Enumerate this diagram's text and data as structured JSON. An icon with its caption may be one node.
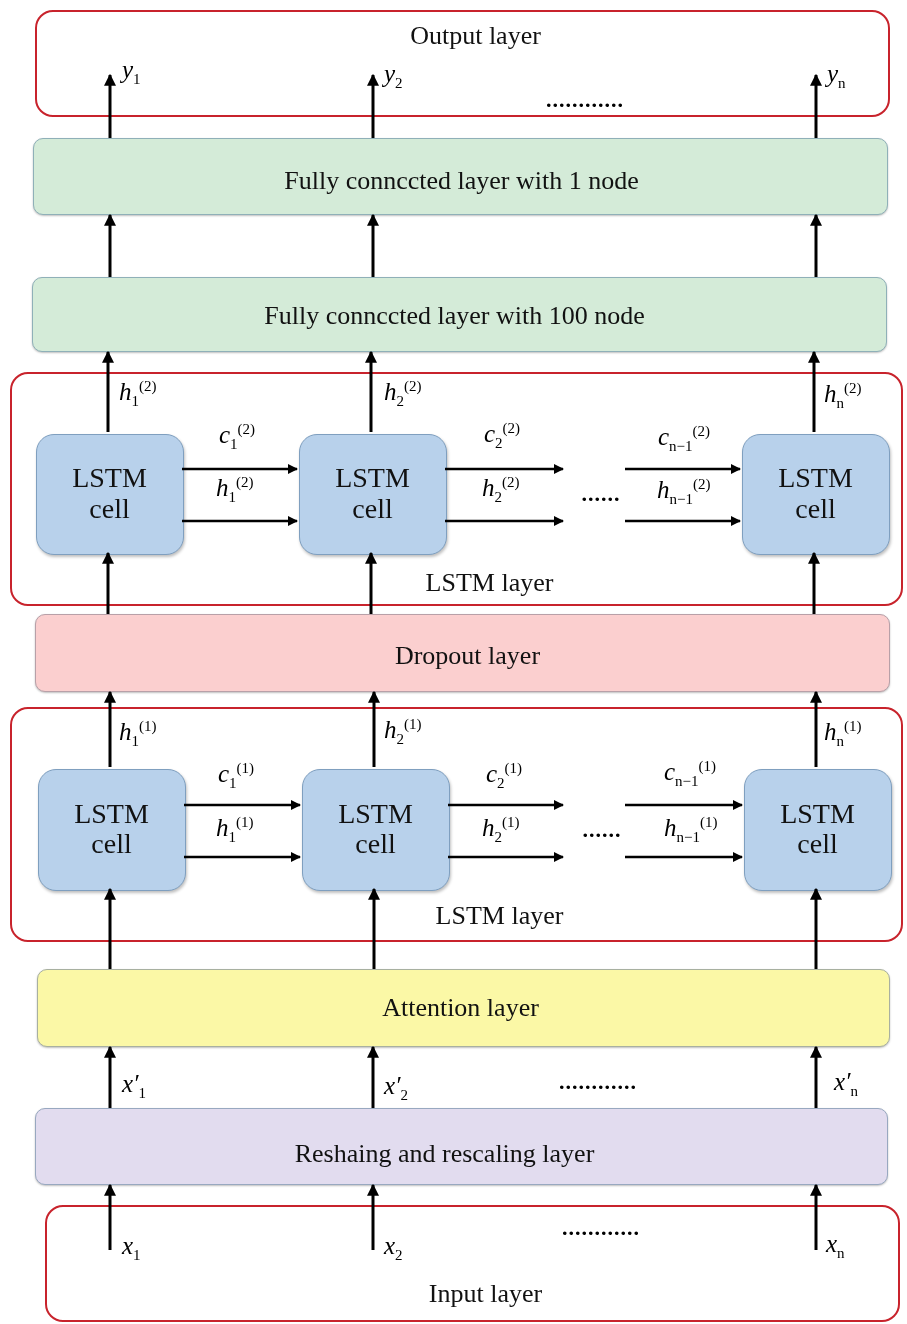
{
  "diagram": {
    "nodes": [
      {
        "text": [
          "Output layer"
        ]
      },
      {
        "text": [
          "Fully connccted layer with 1 node"
        ]
      },
      {
        "text": [
          "Fully connccted layer with 100 node"
        ]
      },
      {
        "text": [
          "LSTM layer"
        ]
      },
      {
        "text": [
          "LSTM cell"
        ],
        "in": 3
      },
      {
        "text": [
          "LSTM cell"
        ],
        "in": 3
      },
      {
        "text": [
          "LSTM cell"
        ],
        "in": 3
      },
      {
        "text": [
          "Dropout layer"
        ]
      },
      {
        "text": [
          "LSTM layer"
        ]
      },
      {
        "text": [
          "LSTM cell"
        ],
        "in": 8
      },
      {
        "text": [
          "LSTM cell"
        ],
        "in": 8
      },
      {
        "text": [
          "LSTM cell"
        ],
        "in": 8
      },
      {
        "text": [
          "Attention layer"
        ]
      },
      {
        "text": [
          "Reshaing and rescaling layer"
        ]
      },
      {
        "text": [
          "Input layer"
        ]
      }
    ],
    "edges": [
      {
        "from": 14,
        "to": 13,
        "arrow": "to",
        "label": "*x*$_{1}$"
      },
      {
        "from": 14,
        "to": 13,
        "arrow": "to",
        "label": "*x*$_{2}$"
      },
      {
        "from": 14,
        "to": 13,
        "arrow": "to",
        "label": "*x*$_{n}$"
      },
      {
        "from": 13,
        "to": 12,
        "arrow": "to",
        "label": "*x′*$_{1}$"
      },
      {
        "from": 13,
        "to": 12,
        "arrow": "to",
        "label": "*x′*$_{2}$"
      },
      {
        "from": 13,
        "to": 12,
        "arrow": "to",
        "label": "*x′*$_{n}$"
      },
      {
        "from": 12,
        "to": 9,
        "arrow": "to"
      },
      {
        "from": 12,
        "to": 10,
        "arrow": "to"
      },
      {
        "from": 12,
        "to": 11,
        "arrow": "to"
      },
      {
        "from": 9,
        "to": 10,
        "arrow": "to",
        "label": "*c*$_{1}$$^{(1)}$"
      },
      {
        "from": 9,
        "to": 10,
        "arrow": "to",
        "label": "*h*$_{1}$$^{(1)}$"
      },
      {
        "from": 10,
        "to": null,
        "arrow": "to",
        "label": "*c*$_{2}$$^{(1)}$"
      },
      {
        "from": 10,
        "to": null,
        "arrow": "to",
        "label": "*h*$_{2}$$^{(1)}$"
      },
      {
        "from": null,
        "to": 11,
        "arrow": "to",
        "label": "*c*$_{n−1}$$^{(1)}$"
      },
      {
        "from": null,
        "to": 11,
        "arrow": "to",
        "label": "*h*$_{n−1}$$^{(1)}$"
      },
      {
        "from": 9,
        "to": 7,
        "arrow": "to",
        "label": "*h*$_{1}$$^{(1)}$"
      },
      {
        "from": 10,
        "to": 7,
        "arrow": "to",
        "label": "*h*$_{2}$$^{(1)}$"
      },
      {
        "from": 11,
        "to": 7,
        "arrow": "to",
        "label": "*h*$_{n}$$^{(1)}$"
      },
      {
        "from": 7,
        "to": 4,
        "arrow": "to"
      },
      {
        "from": 7,
        "to": 5,
        "arrow": "to"
      },
      {
        "from": 7,
        "to": 6,
        "arrow": "to"
      },
      {
        "from": 4,
        "to": 5,
        "arrow": "to",
        "label": "*c*$_{1}$$^{(2)}$"
      },
      {
        "from": 4,
        "to": 5,
        "arrow": "to",
        "label": "*h*$_{1}$$^{(2)}$"
      },
      {
        "from": 5,
        "to": null,
        "arrow": "to",
        "label": "*c*$_{2}$$^{(2)}$"
      },
      {
        "from": 5,
        "to": null,
        "arrow": "to",
        "label": "*h*$_{2}$$^{(2)}$"
      },
      {
        "from": null,
        "to": 6,
        "arrow": "to",
        "label": "*c*$_{n−1}$$^{(2)}$"
      },
      {
        "from": null,
        "to": 6,
        "arrow": "to",
        "label": "*h*$_{n−1}$$^{(2)}$"
      },
      {
        "from": 4,
        "to": 2,
        "arrow": "to",
        "label": "*h*$_{1}$$^{(2)}$"
      },
      {
        "from": 5,
        "to": 2,
        "arrow": "to",
        "label": "*h*$_{2}$$^{(2)}$"
      },
      {
        "from": 6,
        "to": 2,
        "arrow": "to",
        "label": "*h*$_{n}$$^{(2)}$"
      },
      {
        "from": 2,
        "to": 1,
        "arrow": "to"
      },
      {
        "from": 2,
        "to": 1,
        "arrow": "to"
      },
      {
        "from": 2,
        "to": 1,
        "arrow": "to"
      },
      {
        "from": 1,
        "to": 0,
        "arrow": "to",
        "label": "*y*$_{1}$"
      },
      {
        "from": 1,
        "to": 0,
        "arrow": "to",
        "label": "*y*$_{2}$"
      },
      {
        "from": 1,
        "to": 0,
        "arrow": "to",
        "label": "*y*$_{n}$"
      }
    ],
    "labels": [
      "............",
      "......",
      "......",
      "............",
      "............"
    ]
  }
}
